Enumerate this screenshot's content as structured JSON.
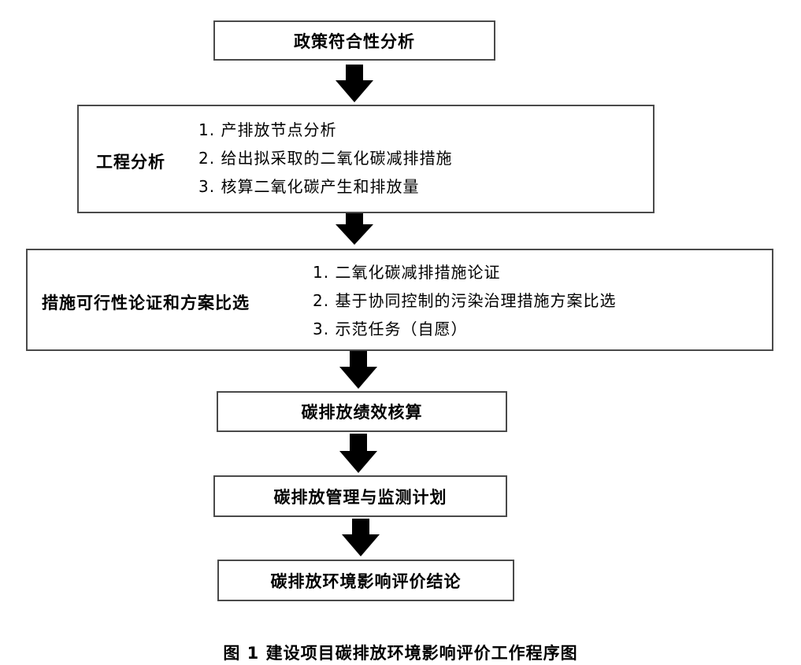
{
  "flow": {
    "step1": "政策符合性分析",
    "step2": {
      "label": "工程分析",
      "items": [
        "1. 产排放节点分析",
        "2. 给出拟采取的二氧化碳减排措施",
        "3. 核算二氧化碳产生和排放量"
      ]
    },
    "step3": {
      "label": "措施可行性论证和方案比选",
      "items": [
        "1. 二氧化碳减排措施论证",
        "2. 基于协同控制的污染治理措施方案比选",
        "3. 示范任务（自愿）"
      ]
    },
    "step4": "碳排放绩效核算",
    "step5": "碳排放管理与监测计划",
    "step6": "碳排放环境影响评价结论"
  },
  "caption": "图 1  建设项目碳排放环境影响评价工作程序图"
}
